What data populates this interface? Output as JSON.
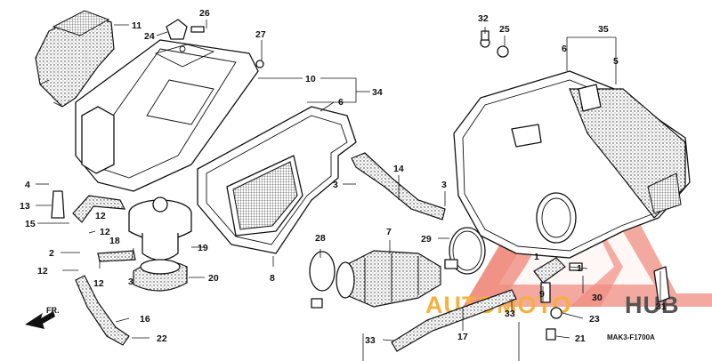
{
  "diagram": {
    "drawing_code": "MAK3-F1700A",
    "direction_label": "FR.",
    "watermark": {
      "text_a": "AUTOMOTO",
      "text_b": "HUB"
    },
    "callouts": [
      "11",
      "24",
      "26",
      "27",
      "10",
      "6",
      "34",
      "4",
      "13",
      "15",
      "12",
      "12",
      "2",
      "12",
      "18",
      "12",
      "3",
      "19",
      "20",
      "16",
      "22",
      "14",
      "3",
      "3",
      "28",
      "7",
      "8",
      "29",
      "32",
      "25",
      "35",
      "6",
      "5",
      "1",
      "9",
      "30",
      "31",
      "23",
      "21",
      "33",
      "17",
      "33"
    ]
  }
}
